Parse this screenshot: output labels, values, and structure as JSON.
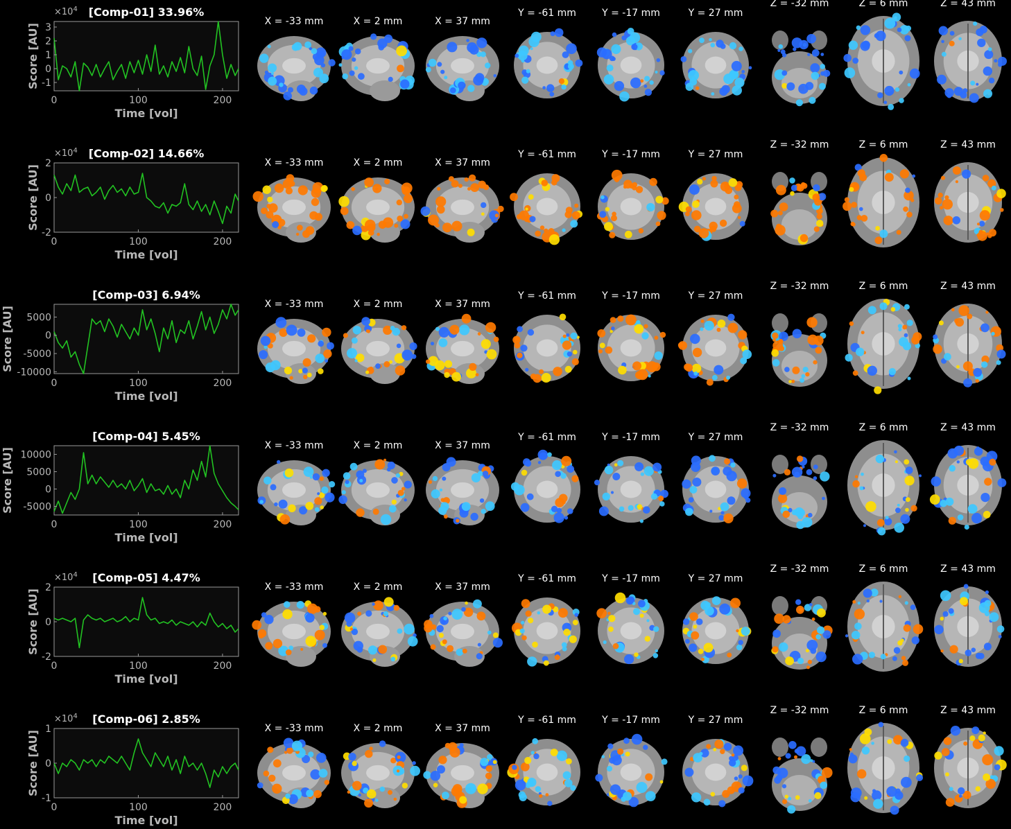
{
  "figure": {
    "xlabel": "Time [vol]",
    "ylabel": "Score [AU]",
    "exponent_base": "×10",
    "exponent_power": "4"
  },
  "slice_labels": [
    "X = -33 mm",
    "X = 2 mm",
    "X = 37 mm",
    "Y = -61 mm",
    "Y = -17 mm",
    "Y = 27 mm",
    "Z = -32 mm",
    "Z = 6 mm",
    "Z = 43 mm"
  ],
  "slice_types": [
    "sagittal",
    "sagittal",
    "sagittal",
    "coronal",
    "coronal",
    "coronal",
    "axial-low",
    "axial-mid",
    "axial-high"
  ],
  "colors": {
    "trace": "#22c322",
    "plot_bg": "#0c0c0c",
    "axis": "#9a9a9a",
    "pos_strong": "#ffdd00",
    "pos": "#ff7a00",
    "neg": "#2a6cff",
    "neg_light": "#3ec8ff"
  },
  "chart_data": [
    {
      "type": "line",
      "title": "[Comp-01] 33.96%",
      "xlabel": "Time [vol]",
      "ylabel": "Score [AU]",
      "exponent": true,
      "xlim": [
        0,
        219
      ],
      "ylim": [
        -1.6,
        3.4
      ],
      "xticks": [
        0,
        100,
        200
      ],
      "yticks": [
        -1,
        0,
        1,
        2,
        3
      ],
      "xticklabels": [
        "0",
        "100",
        "200"
      ],
      "yticklabels": [
        "-1",
        "0",
        "1",
        "2",
        "3"
      ],
      "x": [
        0,
        5,
        10,
        15,
        20,
        25,
        30,
        35,
        40,
        45,
        50,
        55,
        60,
        65,
        70,
        75,
        80,
        85,
        90,
        95,
        100,
        105,
        110,
        115,
        120,
        125,
        130,
        135,
        140,
        145,
        150,
        155,
        160,
        165,
        170,
        175,
        180,
        185,
        190,
        195,
        200,
        205,
        210,
        215,
        219
      ],
      "values": [
        2.2,
        -0.8,
        0.2,
        0.0,
        -0.6,
        0.5,
        -1.6,
        0.4,
        0.1,
        -0.5,
        0.3,
        -0.6,
        0.0,
        0.5,
        -0.8,
        -0.2,
        0.3,
        -0.7,
        0.5,
        -0.3,
        0.6,
        -0.4,
        1.0,
        -0.2,
        1.7,
        -0.4,
        0.2,
        -0.6,
        0.5,
        -0.2,
        0.8,
        -0.3,
        1.6,
        0.0,
        -0.5,
        0.9,
        -1.5,
        0.2,
        1.0,
        3.4,
        1.0,
        -0.7,
        0.3,
        -0.5,
        0.0
      ]
    },
    {
      "type": "line",
      "title": "[Comp-02] 14.66%",
      "xlabel": "Time [vol]",
      "ylabel": "Score [AU]",
      "exponent": true,
      "xlim": [
        0,
        219
      ],
      "ylim": [
        -2,
        2
      ],
      "xticks": [
        0,
        100,
        200
      ],
      "yticks": [
        -2,
        0,
        2
      ],
      "xticklabels": [
        "0",
        "100",
        "200"
      ],
      "yticklabels": [
        "-2",
        "0",
        "2"
      ],
      "x": [
        0,
        5,
        10,
        15,
        20,
        25,
        30,
        35,
        40,
        45,
        50,
        55,
        60,
        65,
        70,
        75,
        80,
        85,
        90,
        95,
        100,
        105,
        110,
        115,
        120,
        125,
        130,
        135,
        140,
        145,
        150,
        155,
        160,
        165,
        170,
        175,
        180,
        185,
        190,
        195,
        200,
        205,
        210,
        215,
        219
      ],
      "values": [
        1.3,
        0.6,
        0.2,
        0.8,
        0.4,
        1.3,
        0.3,
        0.5,
        0.6,
        0.1,
        0.3,
        0.6,
        -0.1,
        0.4,
        0.7,
        0.3,
        0.5,
        0.1,
        0.6,
        0.2,
        0.3,
        1.4,
        0.0,
        -0.2,
        -0.5,
        -0.6,
        -0.3,
        -0.9,
        -0.4,
        -0.5,
        -0.3,
        0.8,
        -0.4,
        -0.7,
        -0.2,
        -0.8,
        -0.4,
        -1.0,
        -0.2,
        -0.8,
        -1.5,
        -0.5,
        -0.9,
        0.2,
        -0.2
      ]
    },
    {
      "type": "line",
      "title": "[Comp-03] 6.94%",
      "xlabel": "Time [vol]",
      "ylabel": "Score [AU]",
      "exponent": false,
      "xlim": [
        0,
        219
      ],
      "ylim": [
        -10500,
        8500
      ],
      "xticks": [
        0,
        100,
        200
      ],
      "yticks": [
        -10000,
        -5000,
        0,
        5000
      ],
      "xticklabels": [
        "0",
        "100",
        "200"
      ],
      "yticklabels": [
        "-10000",
        "-5000",
        "0",
        "5000"
      ],
      "x": [
        0,
        5,
        10,
        15,
        20,
        25,
        30,
        35,
        40,
        45,
        50,
        55,
        60,
        65,
        70,
        75,
        80,
        85,
        90,
        95,
        100,
        105,
        110,
        115,
        120,
        125,
        130,
        135,
        140,
        145,
        150,
        155,
        160,
        165,
        170,
        175,
        180,
        185,
        190,
        195,
        200,
        205,
        210,
        215,
        219
      ],
      "values": [
        1000,
        -2000,
        -3500,
        -1500,
        -6000,
        -4500,
        -8000,
        -10500,
        -3000,
        4500,
        3000,
        4000,
        1000,
        4500,
        2500,
        -500,
        3000,
        1000,
        -1000,
        2000,
        0,
        7000,
        1500,
        4500,
        500,
        -4500,
        2000,
        -1000,
        4000,
        -2000,
        1500,
        500,
        4000,
        -1000,
        2500,
        6500,
        1500,
        5000,
        500,
        3000,
        7000,
        4500,
        8500,
        5500,
        7000
      ]
    },
    {
      "type": "line",
      "title": "[Comp-04] 5.45%",
      "xlabel": "Time [vol]",
      "ylabel": "Score [AU]",
      "exponent": false,
      "xlim": [
        0,
        219
      ],
      "ylim": [
        -7500,
        12500
      ],
      "xticks": [
        0,
        100,
        200
      ],
      "yticks": [
        -5000,
        0,
        5000,
        10000
      ],
      "xticklabels": [
        "0",
        "100",
        "200"
      ],
      "yticklabels": [
        "-5000",
        "0",
        "5000",
        "10000"
      ],
      "x": [
        0,
        5,
        10,
        15,
        20,
        25,
        30,
        35,
        40,
        45,
        50,
        55,
        60,
        65,
        70,
        75,
        80,
        85,
        90,
        95,
        100,
        105,
        110,
        115,
        120,
        125,
        130,
        135,
        140,
        145,
        150,
        155,
        160,
        165,
        170,
        175,
        180,
        185,
        190,
        195,
        200,
        205,
        210,
        215,
        219
      ],
      "values": [
        -6500,
        -3500,
        -7000,
        -4000,
        -1000,
        -3000,
        0,
        10500,
        1500,
        4000,
        1500,
        3500,
        2000,
        500,
        2500,
        500,
        1500,
        0,
        2500,
        -500,
        1000,
        3000,
        -1000,
        1500,
        -500,
        0,
        -1500,
        1000,
        -1500,
        0,
        -2500,
        2500,
        0,
        5500,
        2500,
        8000,
        3500,
        12500,
        4500,
        1500,
        -500,
        -2500,
        -4000,
        -5000,
        -6000
      ]
    },
    {
      "type": "line",
      "title": "[Comp-05] 4.47%",
      "xlabel": "Time [vol]",
      "ylabel": "Score [AU]",
      "exponent": true,
      "xlim": [
        0,
        219
      ],
      "ylim": [
        -2,
        2
      ],
      "xticks": [
        0,
        100,
        200
      ],
      "yticks": [
        -2,
        0,
        2
      ],
      "xticklabels": [
        "0",
        "100",
        "200"
      ],
      "yticklabels": [
        "-2",
        "0",
        "2"
      ],
      "x": [
        0,
        5,
        10,
        15,
        20,
        25,
        30,
        35,
        40,
        45,
        50,
        55,
        60,
        65,
        70,
        75,
        80,
        85,
        90,
        95,
        100,
        105,
        110,
        115,
        120,
        125,
        130,
        135,
        140,
        145,
        150,
        155,
        160,
        165,
        170,
        175,
        180,
        185,
        190,
        195,
        200,
        205,
        210,
        215,
        219
      ],
      "values": [
        0.2,
        0.1,
        0.2,
        0.1,
        0.0,
        0.2,
        -1.5,
        0.1,
        0.4,
        0.2,
        0.1,
        0.2,
        0.0,
        0.1,
        0.2,
        0.0,
        0.1,
        0.3,
        0.0,
        0.2,
        0.1,
        1.4,
        0.4,
        0.1,
        0.2,
        -0.1,
        0.0,
        -0.1,
        0.1,
        -0.2,
        0.0,
        -0.1,
        -0.2,
        0.0,
        -0.3,
        0.0,
        -0.2,
        0.5,
        0.0,
        -0.3,
        -0.1,
        -0.4,
        -0.2,
        -0.6,
        -0.4
      ]
    },
    {
      "type": "line",
      "title": "[Comp-06] 2.85%",
      "xlabel": "Time [vol]",
      "ylabel": "Score [AU]",
      "exponent": true,
      "xlim": [
        0,
        219
      ],
      "ylim": [
        -1,
        1
      ],
      "xticks": [
        0,
        100,
        200
      ],
      "yticks": [
        -1,
        0,
        1
      ],
      "xticklabels": [
        "0",
        "100",
        "200"
      ],
      "yticklabels": [
        "-1",
        "0",
        "1"
      ],
      "x": [
        0,
        5,
        10,
        15,
        20,
        25,
        30,
        35,
        40,
        45,
        50,
        55,
        60,
        65,
        70,
        75,
        80,
        85,
        90,
        95,
        100,
        105,
        110,
        115,
        120,
        125,
        130,
        135,
        140,
        145,
        150,
        155,
        160,
        165,
        170,
        175,
        180,
        185,
        190,
        195,
        200,
        205,
        210,
        215,
        219
      ],
      "values": [
        0.0,
        -0.3,
        0.0,
        -0.1,
        0.1,
        0.0,
        -0.2,
        0.1,
        0.0,
        0.1,
        -0.1,
        0.1,
        0.0,
        0.2,
        0.1,
        0.0,
        0.2,
        0.0,
        -0.2,
        0.3,
        0.7,
        0.3,
        0.1,
        -0.1,
        0.3,
        0.1,
        -0.1,
        0.2,
        -0.2,
        0.1,
        -0.3,
        0.2,
        -0.1,
        0.0,
        -0.2,
        0.0,
        -0.3,
        -0.7,
        -0.2,
        -0.4,
        -0.1,
        -0.3,
        -0.1,
        0.0,
        -0.2
      ]
    }
  ]
}
